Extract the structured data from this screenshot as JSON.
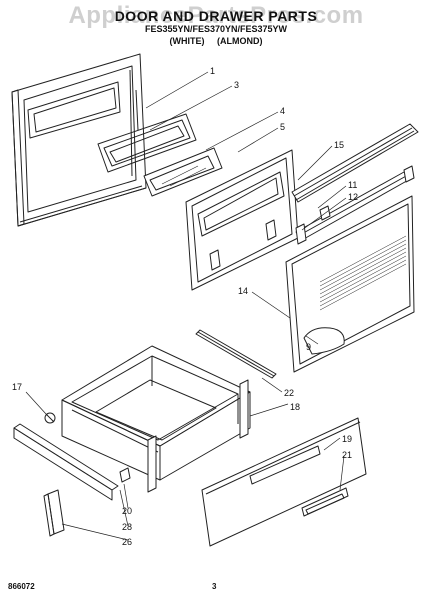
{
  "watermark": "AppliancePartsPros.com",
  "title": "DOOR AND DRAWER PARTS",
  "model_line": "FES355YN/FES370YN/FES375YW",
  "finish_line": "(WHITE)  (ALMOND)",
  "footer": {
    "doc_number": "866072",
    "page_number": "3"
  },
  "callouts": [
    "1",
    "3",
    "4",
    "5",
    "15",
    "11",
    "12",
    "14",
    "9",
    "17",
    "22",
    "18",
    "19",
    "21",
    "20",
    "28",
    "26"
  ]
}
